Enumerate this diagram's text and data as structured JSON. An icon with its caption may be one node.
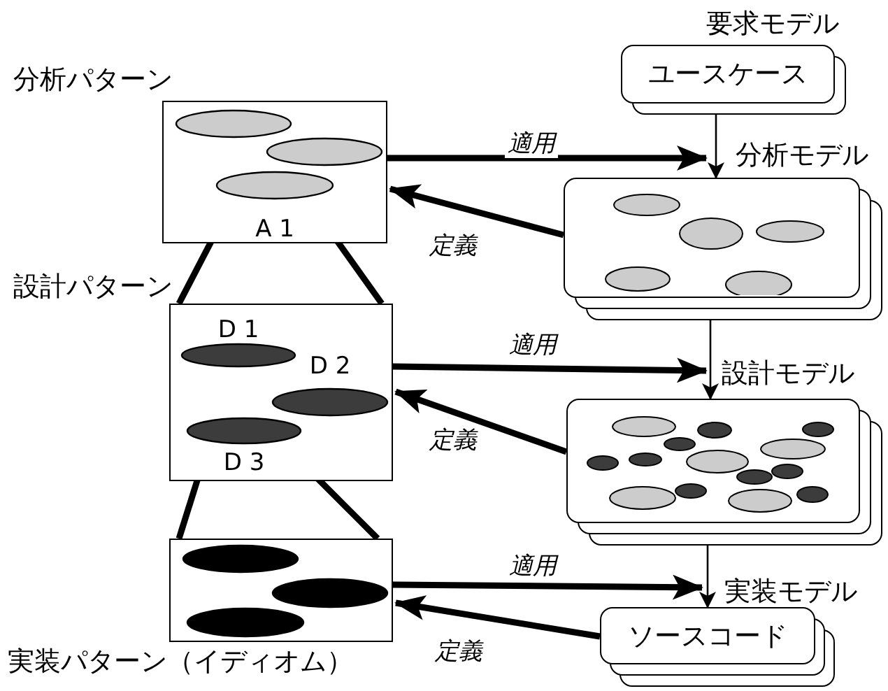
{
  "diagram": {
    "nodes": [
      {
        "text": [
          "分析パターン"
        ]
      },
      {
        "text": [],
        "shape": "ellipse",
        "in": 0
      },
      {
        "text": [],
        "shape": "ellipse",
        "in": 0
      },
      {
        "text": [
          "A 1"
        ],
        "in": 0
      },
      {
        "text": [
          "要求モデル",
          "ユースケース"
        ]
      },
      {
        "text": [
          "分析モデル"
        ]
      },
      {
        "text": [
          "設計パターン"
        ]
      },
      {
        "text": [
          "D 1"
        ],
        "in": 6
      },
      {
        "text": [
          "D 2"
        ],
        "in": 6
      },
      {
        "text": [
          "D 3"
        ],
        "in": 6
      },
      {
        "text": [
          "設計モデル"
        ]
      },
      {
        "text": [
          "実装パターン（イディオム）"
        ]
      },
      {
        "text": [],
        "shape": "ellipse",
        "in": 11
      },
      {
        "text": [],
        "shape": "ellipse",
        "in": 11
      },
      {
        "text": [],
        "shape": "ellipse",
        "in": 11
      },
      {
        "text": [
          "実装モデル",
          "ソースコード"
        ]
      }
    ],
    "edges": [
      {
        "from": 0,
        "to": 5,
        "arrow": "to",
        "label": "適用"
      },
      {
        "from": 5,
        "to": 0,
        "arrow": "to",
        "label": "定義"
      },
      {
        "from": 4,
        "to": 5,
        "arrow": "to"
      },
      {
        "from": 3,
        "to": 6,
        "arrow": "none"
      },
      {
        "from": 3,
        "to": 6,
        "arrow": "none"
      },
      {
        "from": 6,
        "to": 10,
        "arrow": "to",
        "label": "適用"
      },
      {
        "from": 10,
        "to": 6,
        "arrow": "to",
        "label": "定義"
      },
      {
        "from": 5,
        "to": 10,
        "arrow": "to"
      },
      {
        "from": 9,
        "to": 11,
        "arrow": "none"
      },
      {
        "from": 9,
        "to": 11,
        "arrow": "none"
      },
      {
        "from": 11,
        "to": 15,
        "arrow": "to",
        "label": "適用"
      },
      {
        "from": 15,
        "to": 11,
        "arrow": "to",
        "label": "定義"
      },
      {
        "from": 10,
        "to": 15,
        "arrow": "to"
      }
    ]
  }
}
